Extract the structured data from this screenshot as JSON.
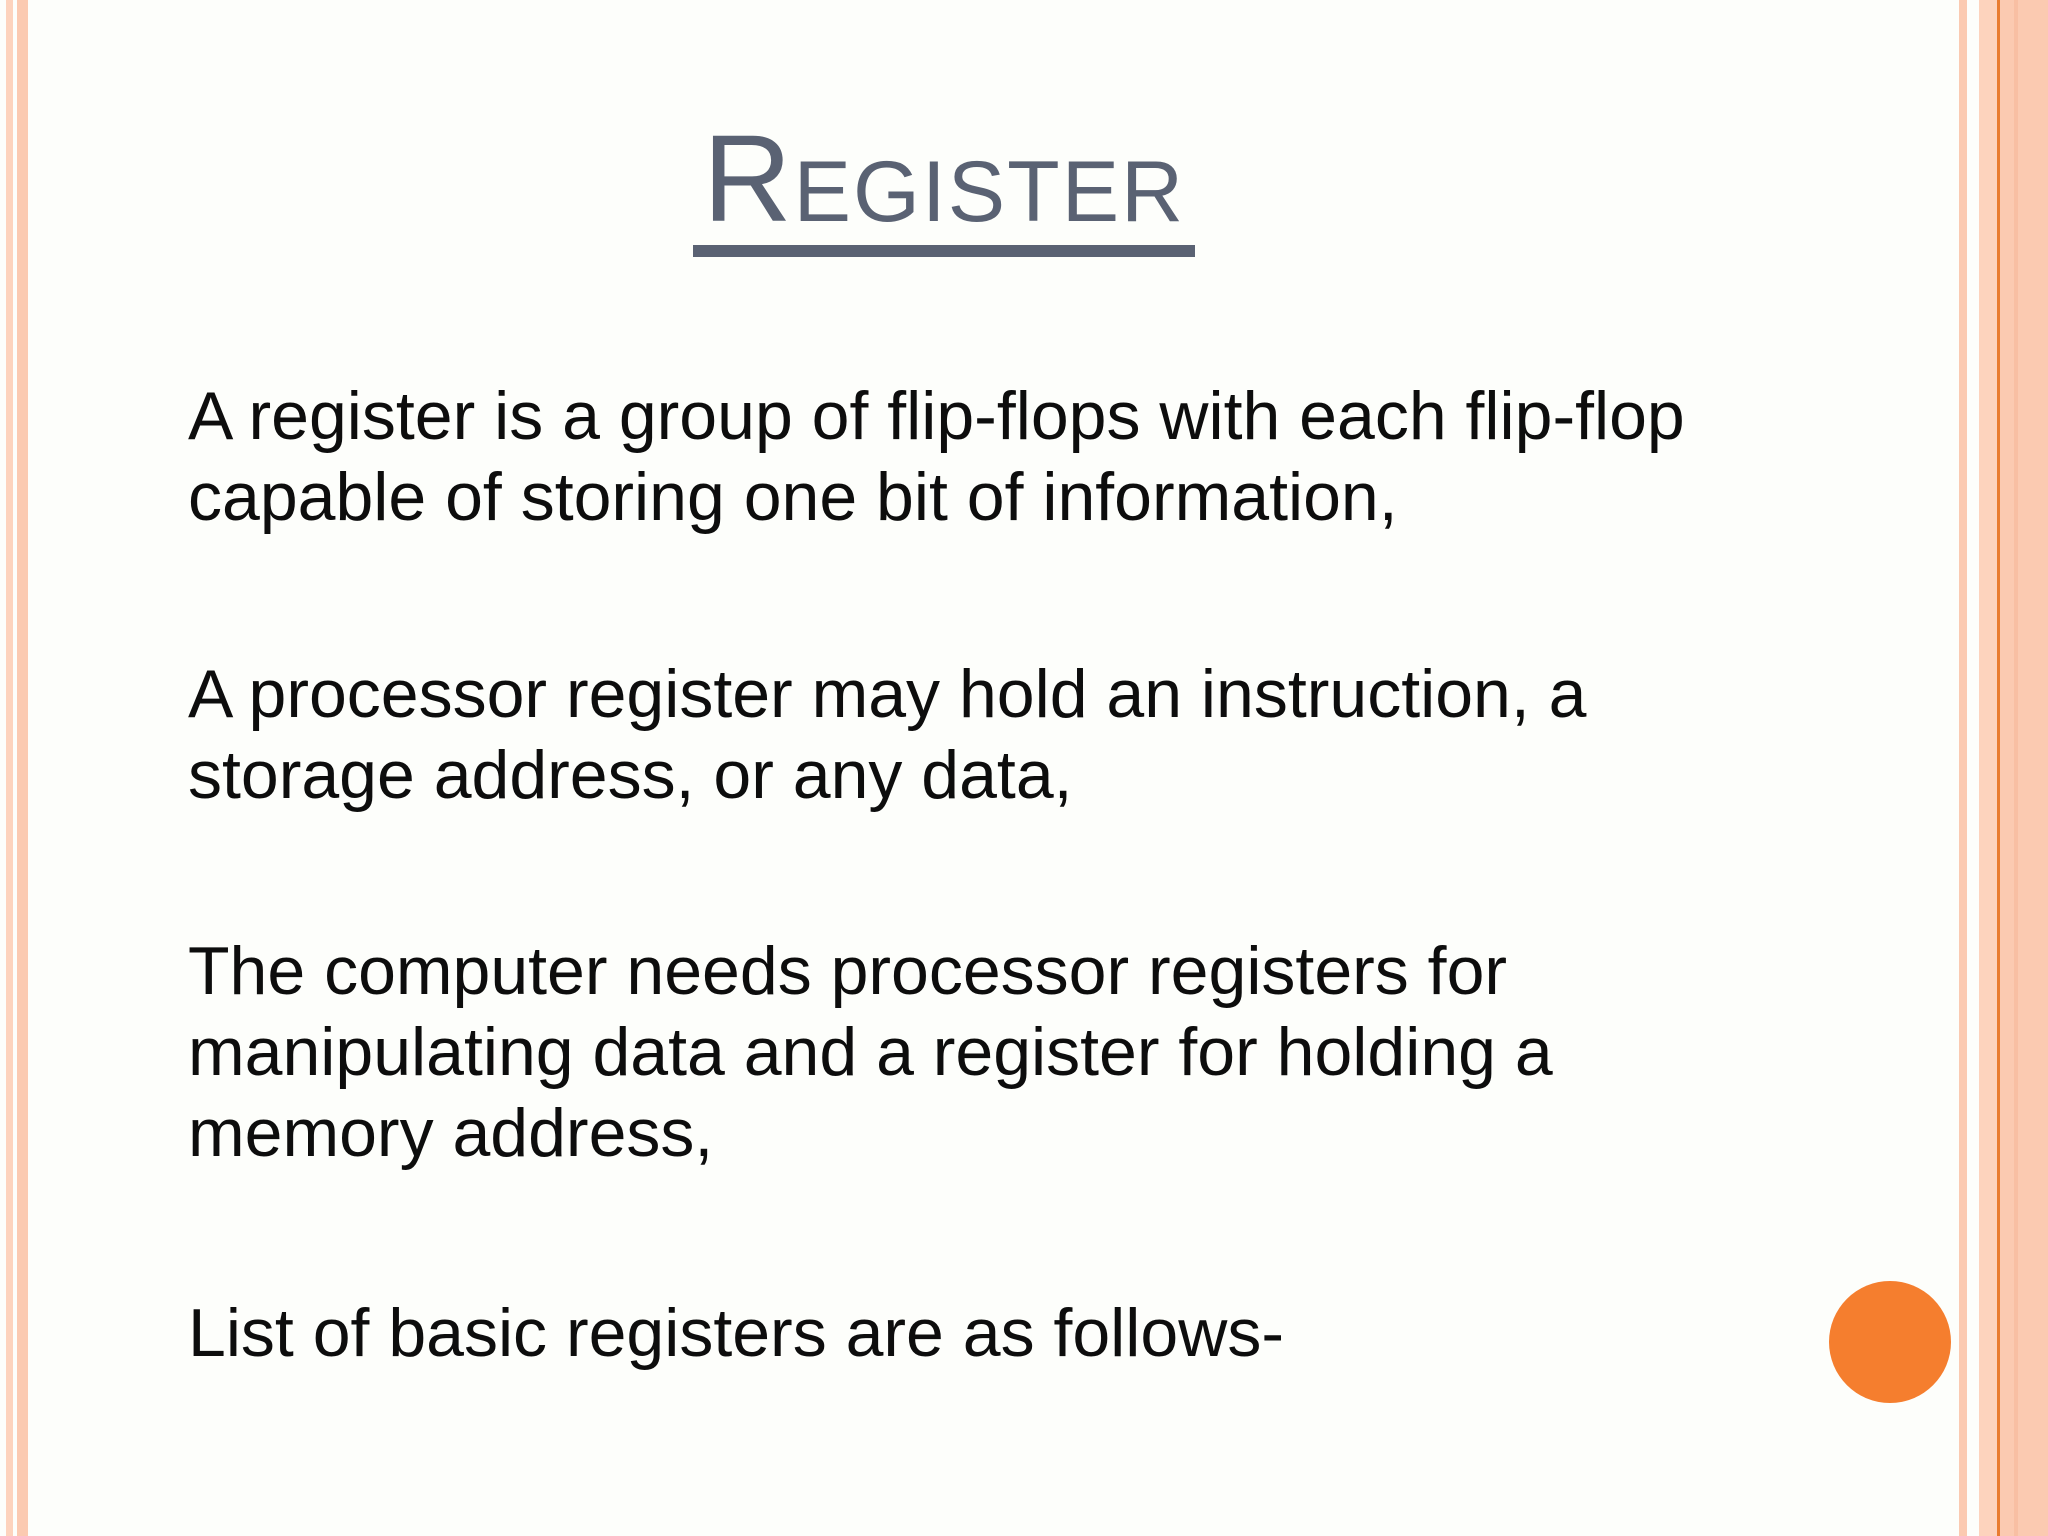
{
  "slide": {
    "title": "Register",
    "paragraphs": [
      {
        "lines": [
          "A register is a group of flip-flops with each flip-flop",
          "capable of storing one bit of information,"
        ]
      },
      {
        "lines": [
          "A processor register may hold an instruction, a",
          "storage address, or any data,"
        ]
      },
      {
        "lines": [
          "The computer needs processor registers for",
          "manipulating data and a register for holding a",
          "memory address,"
        ]
      },
      {
        "lines": [
          "List of basic registers are as follows-"
        ]
      }
    ]
  },
  "theme": {
    "background": "#fdfefb",
    "title_color": "#5a6273",
    "body_color": "#0d0d0d",
    "peach": "#fbcab1",
    "peach_light": "#fdd3bd",
    "peach_dark": "#f8bfa3",
    "accent_orange": "#e97c30",
    "circle_orange": "#f57e2e"
  }
}
